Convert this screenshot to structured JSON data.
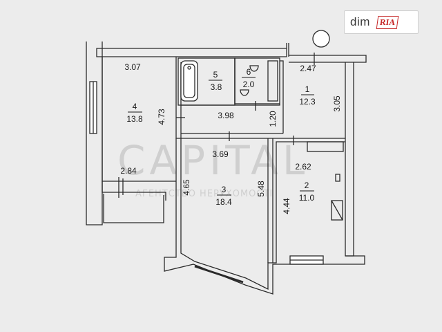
{
  "logo": {
    "brand": "dim",
    "badge": "RIA"
  },
  "watermark": {
    "main": "CAPITAL",
    "sub": "АГЕНТСТВО НЕРУХОМОСТІ"
  },
  "rooms": [
    {
      "number": "1",
      "area": "12.3"
    },
    {
      "number": "2",
      "area": "11.0"
    },
    {
      "number": "3",
      "area": "18.4"
    },
    {
      "number": "4",
      "area": "13.8"
    },
    {
      "number": "5",
      "area": "3.8"
    },
    {
      "number": "6",
      "area": "2.0"
    }
  ],
  "dimensions": {
    "d307": "3.07",
    "d247": "2.47",
    "d398": "3.98",
    "d120": "1.20",
    "d305": "3.05",
    "d473": "4.73",
    "d369": "3.69",
    "d262": "2.62",
    "d284": "2.84",
    "d465": "4.65",
    "d548": "5.48",
    "d444": "4.44"
  }
}
